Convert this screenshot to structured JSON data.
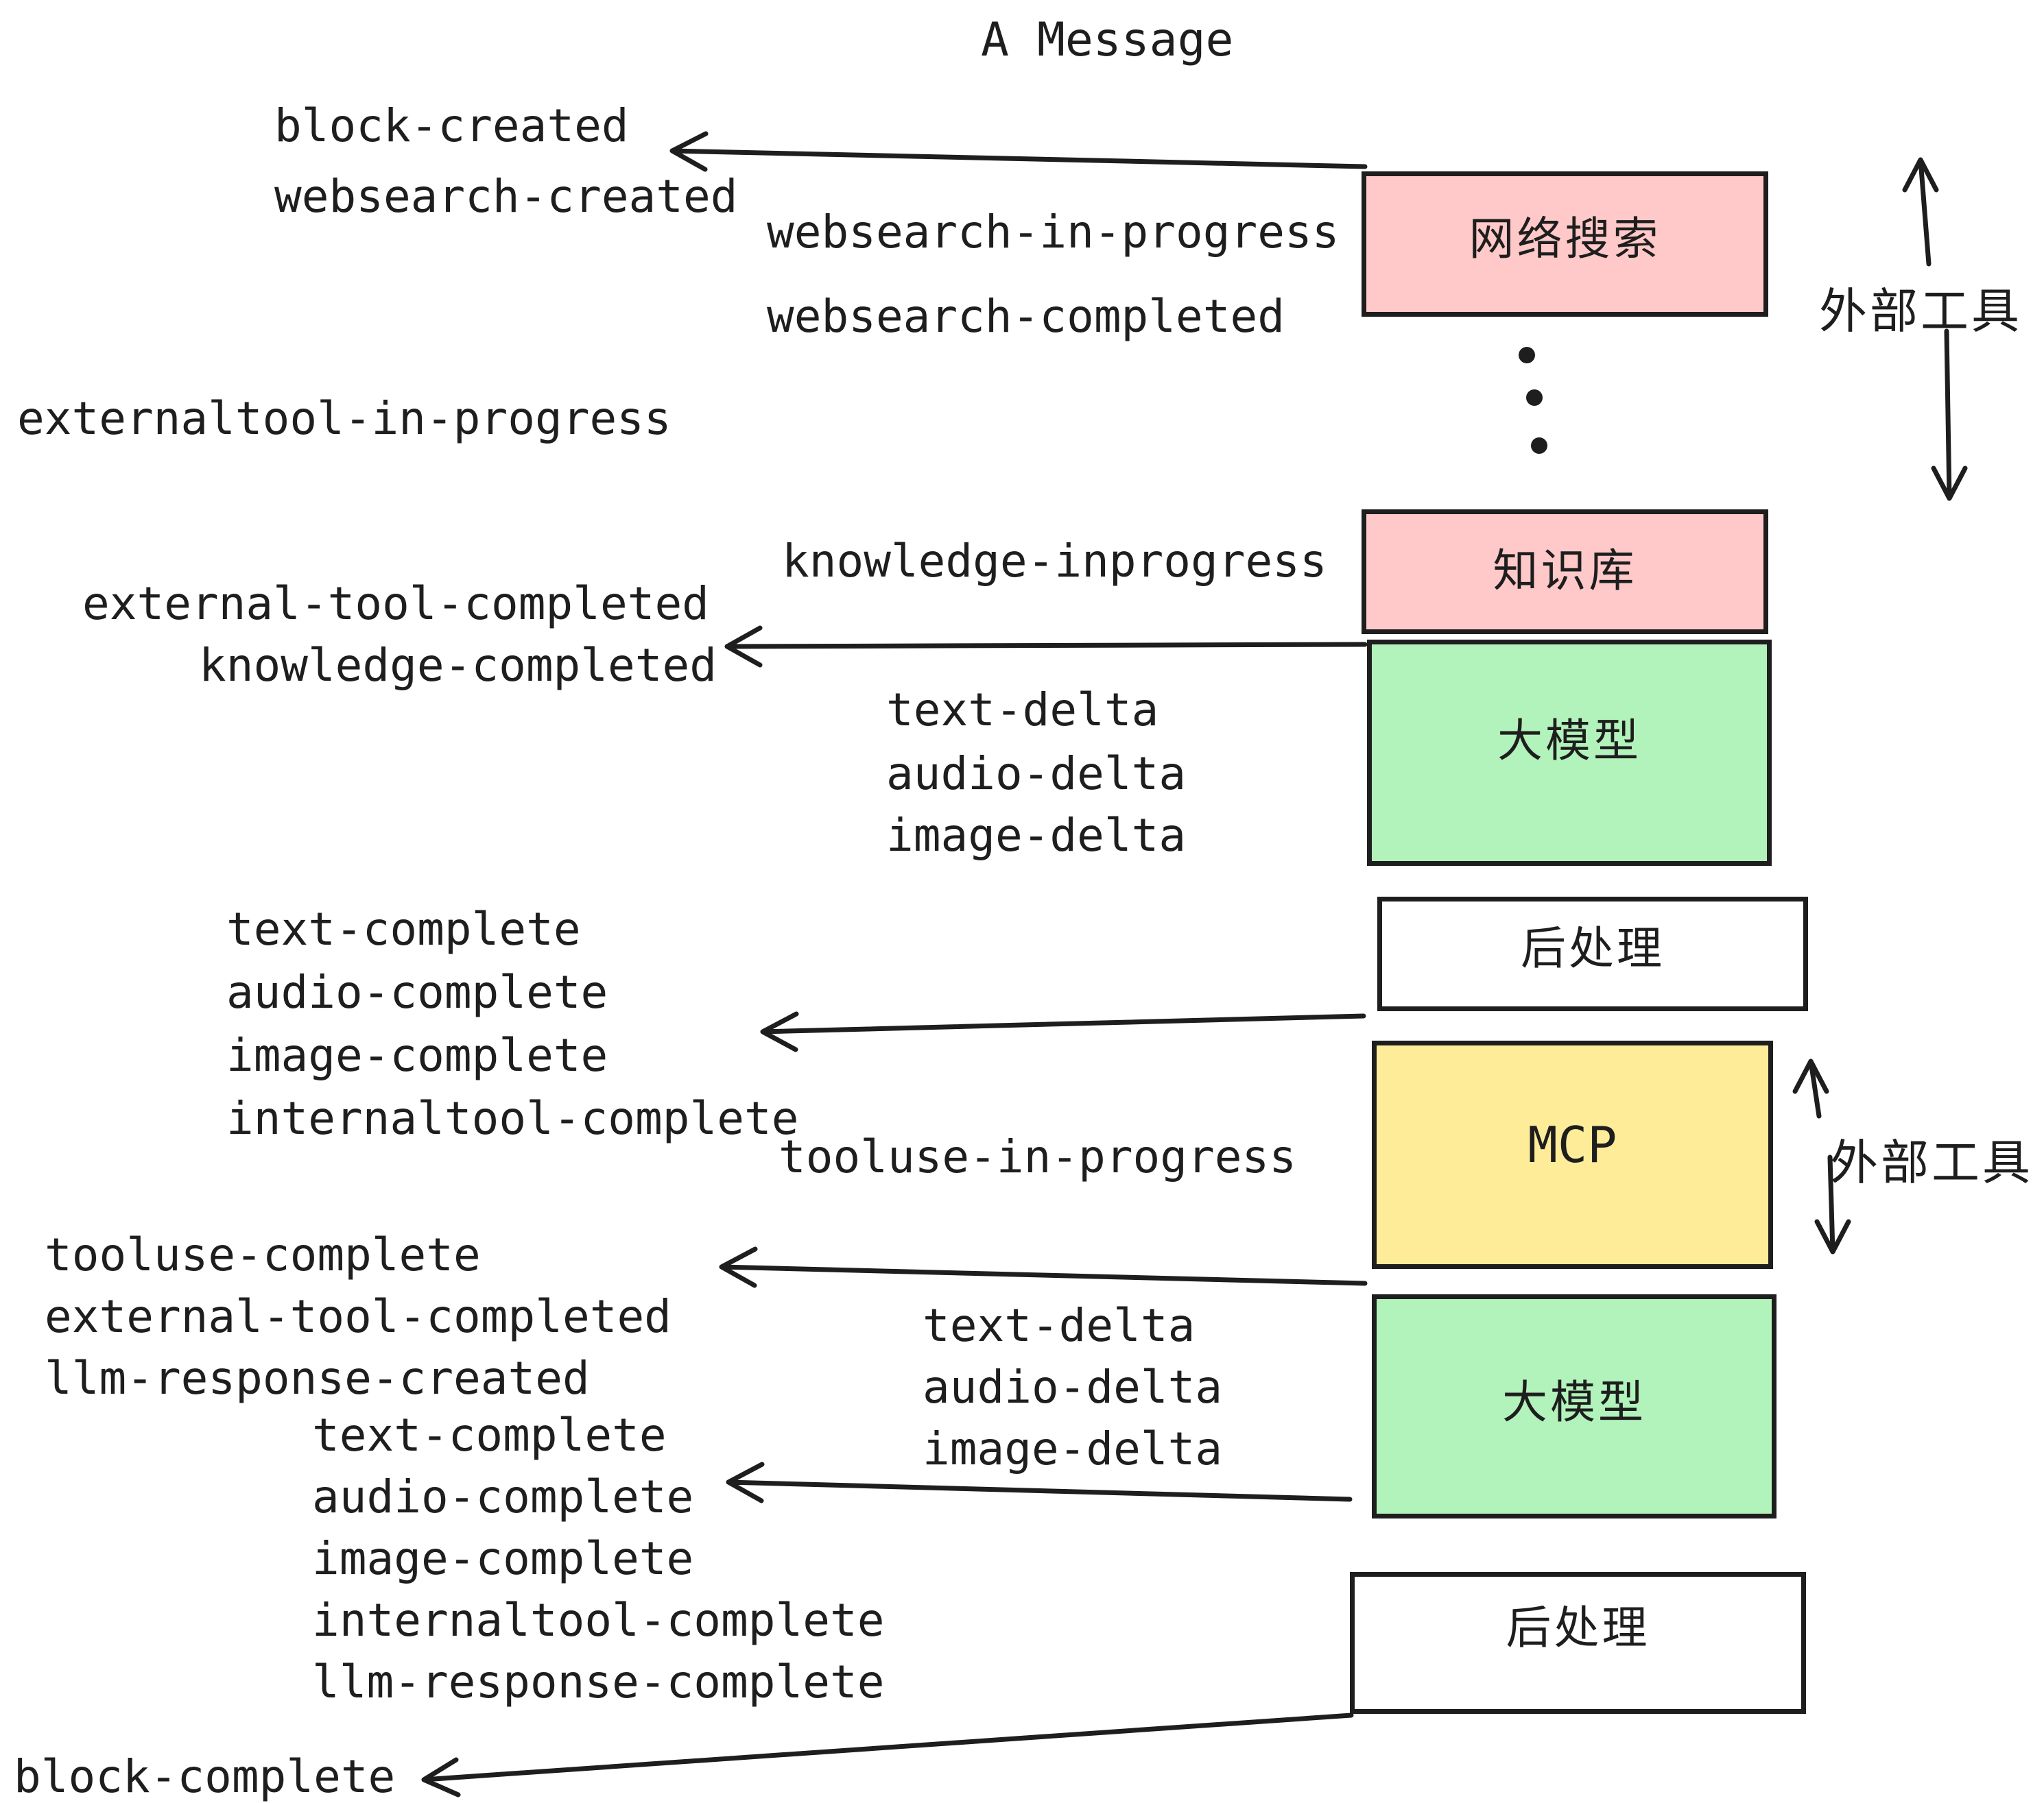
{
  "title": "A Message",
  "boxes": {
    "websearch": {
      "label": "网络搜索",
      "color": "#ffc9c9"
    },
    "knowledge": {
      "label": "知识库",
      "color": "#ffc9c9"
    },
    "llm1": {
      "label": "大模型",
      "color": "#b2f2bb"
    },
    "post1": {
      "label": "后处理",
      "color": "#ffffff"
    },
    "mcp": {
      "label": "MCP",
      "color": "#ffec99"
    },
    "llm2": {
      "label": "大模型",
      "color": "#b2f2bb"
    },
    "post2": {
      "label": "后处理",
      "color": "#ffffff"
    }
  },
  "side_labels": {
    "external_tools_top": "外部工具",
    "external_tools_mid": "外部工具"
  },
  "events": {
    "block_created": "block-created",
    "websearch_created": "websearch-created",
    "websearch_in_progress": "websearch-in-progress",
    "websearch_completed": "websearch-completed",
    "externaltool_in_progress": "externaltool-in-progress",
    "knowledge_inprogress": "knowledge-inprogress",
    "external_tool_completed_1": "external-tool-completed",
    "knowledge_completed": "knowledge-completed",
    "text_delta_1": "text-delta",
    "audio_delta_1": "audio-delta",
    "image_delta_1": "image-delta",
    "text_complete_1": "text-complete",
    "audio_complete_1": "audio-complete",
    "image_complete_1": "image-complete",
    "internaltool_complete_1": "internaltool-complete",
    "tooluse_in_progress": "tooluse-in-progress",
    "tooluse_complete": "tooluse-complete",
    "external_tool_completed_2": "external-tool-completed",
    "llm_response_created": "llm-response-created",
    "text_delta_2": "text-delta",
    "audio_delta_2": "audio-delta",
    "image_delta_2": "image-delta",
    "text_complete_2": "text-complete",
    "audio_complete_2": "audio-complete",
    "image_complete_2": "image-complete",
    "internaltool_complete_2": "internaltool-complete",
    "llm_response_complete": "llm-response-complete",
    "block_complete": "block-complete"
  },
  "colors": {
    "ink": "#1e1e1e",
    "pink": "#ffc9c9",
    "green": "#b2f2bb",
    "yellow": "#ffec99",
    "white": "#ffffff"
  }
}
